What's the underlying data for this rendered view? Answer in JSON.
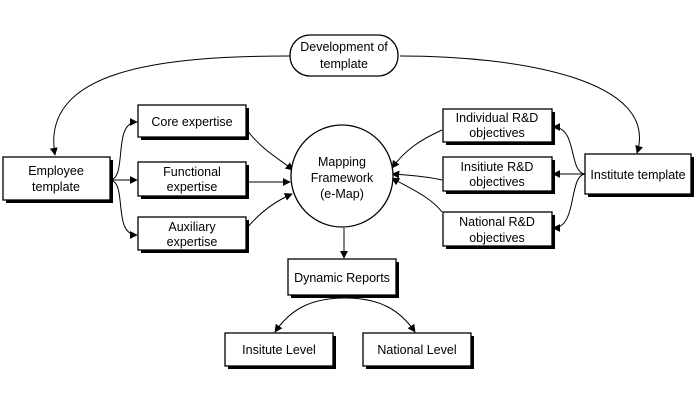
{
  "nodes": {
    "development_of_template": [
      "Development of",
      "template"
    ],
    "employee_template": [
      "Employee",
      "template"
    ],
    "core_expertise": [
      "Core expertise"
    ],
    "functional_expertise": [
      "Functional",
      "expertise"
    ],
    "auxiliary_expertise": [
      "Auxiliary",
      "expertise"
    ],
    "mapping_framework": [
      "Mapping",
      "Framework",
      "(e-Map)"
    ],
    "individual_objectives": [
      "Individual R&D",
      "objectives"
    ],
    "insitiute_objectives": [
      "Insitiute R&D",
      "objectives"
    ],
    "national_objectives": [
      "National R&D",
      "objectives"
    ],
    "institute_template": [
      "Institute template"
    ],
    "dynamic_reports": [
      "Dynamic Reports"
    ],
    "insitute_level": [
      "Insitute Level"
    ],
    "national_level": [
      "National Level"
    ]
  },
  "edges": [
    {
      "from": "development_of_template",
      "to": "employee_template"
    },
    {
      "from": "development_of_template",
      "to": "institute_template"
    },
    {
      "from": "employee_template",
      "to": "core_expertise"
    },
    {
      "from": "employee_template",
      "to": "functional_expertise"
    },
    {
      "from": "employee_template",
      "to": "auxiliary_expertise"
    },
    {
      "from": "core_expertise",
      "to": "mapping_framework"
    },
    {
      "from": "functional_expertise",
      "to": "mapping_framework"
    },
    {
      "from": "auxiliary_expertise",
      "to": "mapping_framework"
    },
    {
      "from": "institute_template",
      "to": "individual_objectives"
    },
    {
      "from": "institute_template",
      "to": "insitiute_objectives"
    },
    {
      "from": "institute_template",
      "to": "national_objectives"
    },
    {
      "from": "individual_objectives",
      "to": "mapping_framework"
    },
    {
      "from": "insitiute_objectives",
      "to": "mapping_framework"
    },
    {
      "from": "national_objectives",
      "to": "mapping_framework"
    },
    {
      "from": "mapping_framework",
      "to": "dynamic_reports"
    },
    {
      "from": "dynamic_reports",
      "to": "insitute_level"
    },
    {
      "from": "dynamic_reports",
      "to": "national_level"
    }
  ]
}
